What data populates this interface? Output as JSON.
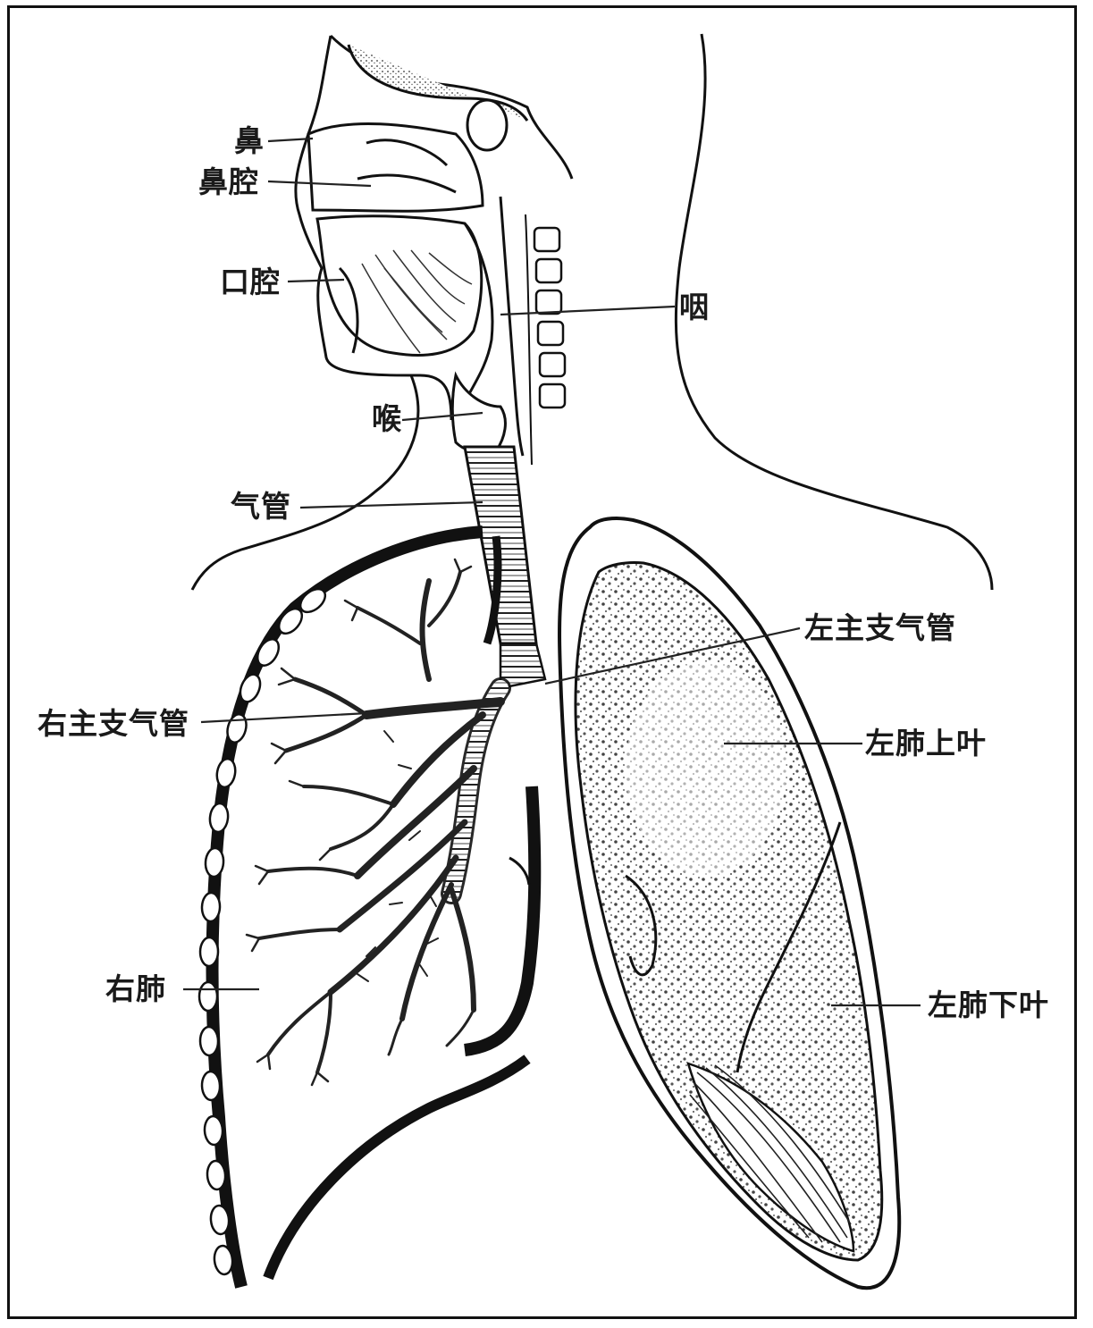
{
  "figure": {
    "labels": {
      "nose": "鼻",
      "nasal_cavity": "鼻腔",
      "oral_cavity": "口腔",
      "pharynx": "咽",
      "larynx": "喉",
      "trachea": "气管",
      "left_main_bronchus": "左主支气管",
      "right_main_bronchus": "右主支气管",
      "left_upper_lobe": "左肺上叶",
      "right_lung": "右肺",
      "left_lower_lobe": "左肺下叶"
    }
  }
}
